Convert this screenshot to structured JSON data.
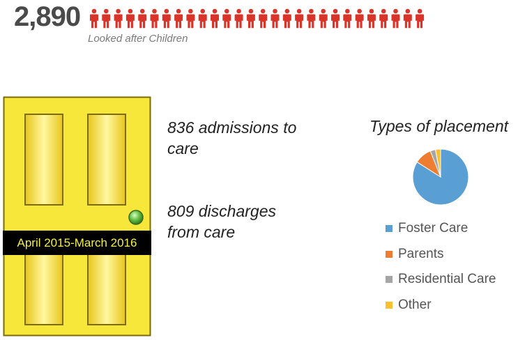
{
  "headline": {
    "count": "2,890",
    "caption": "Looked after Children",
    "icon": "person-icon",
    "icon_color": "#d8342a",
    "icon_count": 28
  },
  "door": {
    "color": "#f6e73a",
    "date_range": "April 2015-March 2016"
  },
  "stats": {
    "admissions": "836 admissions to care",
    "discharges": "809 discharges from care"
  },
  "chart_data": {
    "type": "pie",
    "title": "Types of placement",
    "legend_position": "bottom",
    "categories": [
      "Foster Care",
      "Parents",
      "Residential Care",
      "Other"
    ],
    "values": [
      84,
      10,
      3,
      3
    ],
    "colors": [
      "#5a9fd4",
      "#ee7d31",
      "#a5a5a5",
      "#fbc02d"
    ]
  }
}
